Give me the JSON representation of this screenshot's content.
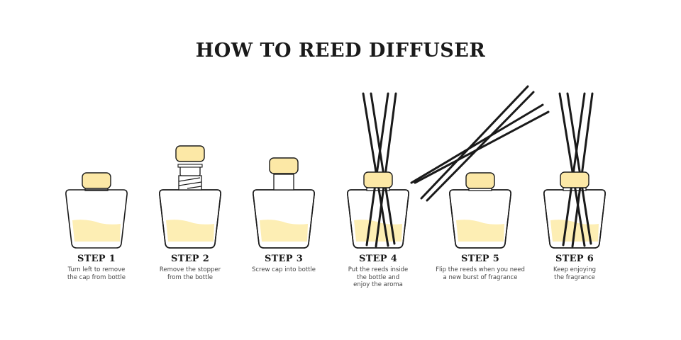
{
  "title": "HOW TO REED DIFFUSER",
  "colors": {
    "outline": "#1a1a1a",
    "cap_fill": "#fce8a6",
    "liquid_fill": "#fdeeb4",
    "background": "#ffffff"
  },
  "steps": [
    {
      "label": "STEP 1",
      "description": "Turn left to remove\nthe cap from bottle"
    },
    {
      "label": "STEP 2",
      "description": "Remove the stopper\nfrom the bottle"
    },
    {
      "label": "STEP 3",
      "description": "Screw cap into bottle"
    },
    {
      "label": "STEP 4",
      "description": "Put the reeds inside\nthe bottle and\nenjoy the aroma"
    },
    {
      "label": "STEP 5",
      "description": "Flip the reeds when you need\na new burst of fragrance"
    },
    {
      "label": "STEP 6",
      "description": "Keep enjoying\nthe fragrance"
    }
  ]
}
